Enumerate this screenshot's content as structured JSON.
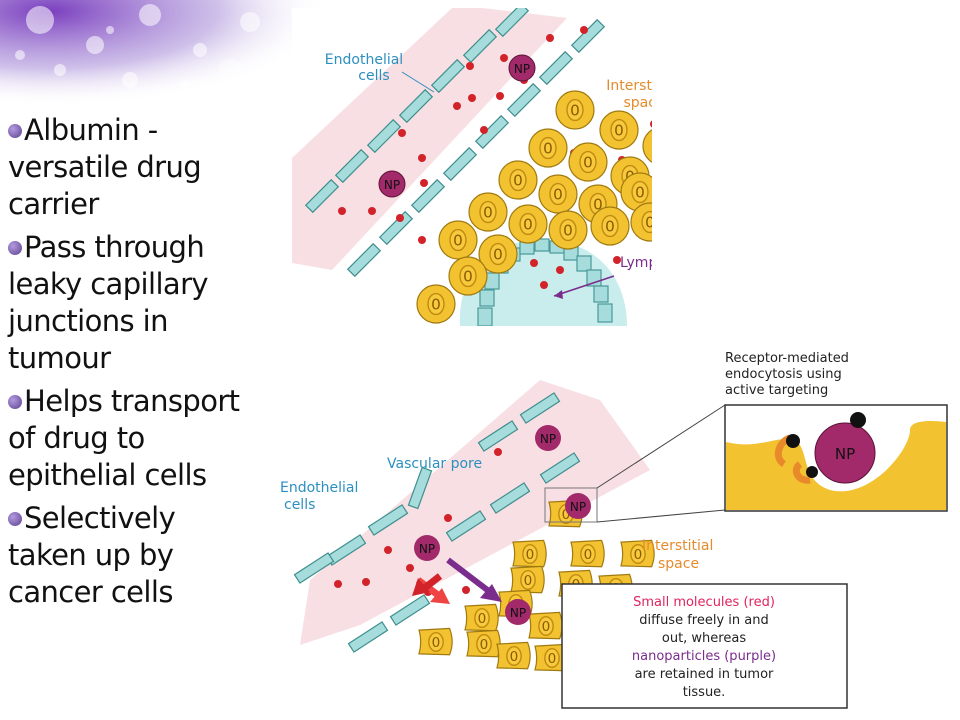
{
  "slide": {
    "bullets": [
      {
        "lines": [
          "Albumin -",
          "versatile drug",
          "carrier"
        ]
      },
      {
        "lines": [
          "Pass through",
          "leaky capillary",
          "junctions in",
          "tumour"
        ]
      },
      {
        "lines": [
          "Helps transport",
          "of drug to",
          "epithelial cells"
        ]
      },
      {
        "lines": [
          "Selectively",
          "taken up by",
          "cancer cells"
        ]
      }
    ]
  },
  "top_figure": {
    "endothelial_label": [
      "Endothelial",
      "cells"
    ],
    "interstitial_label": [
      "Interstitial",
      "space"
    ],
    "lymphoduct_label": "Lymphoduct",
    "np_label": "NP",
    "nucleus_label": "0"
  },
  "bottom_figure": {
    "receptor_label": [
      "Receptor-mediated",
      "endocytosis using",
      "active targeting"
    ],
    "vascular_pore_label": "Vascular pore",
    "endothelial_label": [
      "Endothelial",
      "cells"
    ],
    "interstitial_label": [
      "Interstitial",
      "space"
    ],
    "np_label": "NP",
    "caption_red": "Small molecules (red)",
    "caption_mid": [
      "diffuse freely in and",
      "out, whereas"
    ],
    "caption_purple": "nanoparticles (purple)",
    "caption_end": [
      "are retained in tumor",
      "tissue."
    ]
  },
  "colors": {
    "vessel": "#f8dfe3",
    "endothelial": "#a6dcdc",
    "cell_fill": "#f2c230",
    "np": "#a22a6a",
    "red_molecule": "#d2232a",
    "label_blue": "#2b8fbf",
    "label_orange": "#e58b2c",
    "purple": "#7b2d8e"
  }
}
